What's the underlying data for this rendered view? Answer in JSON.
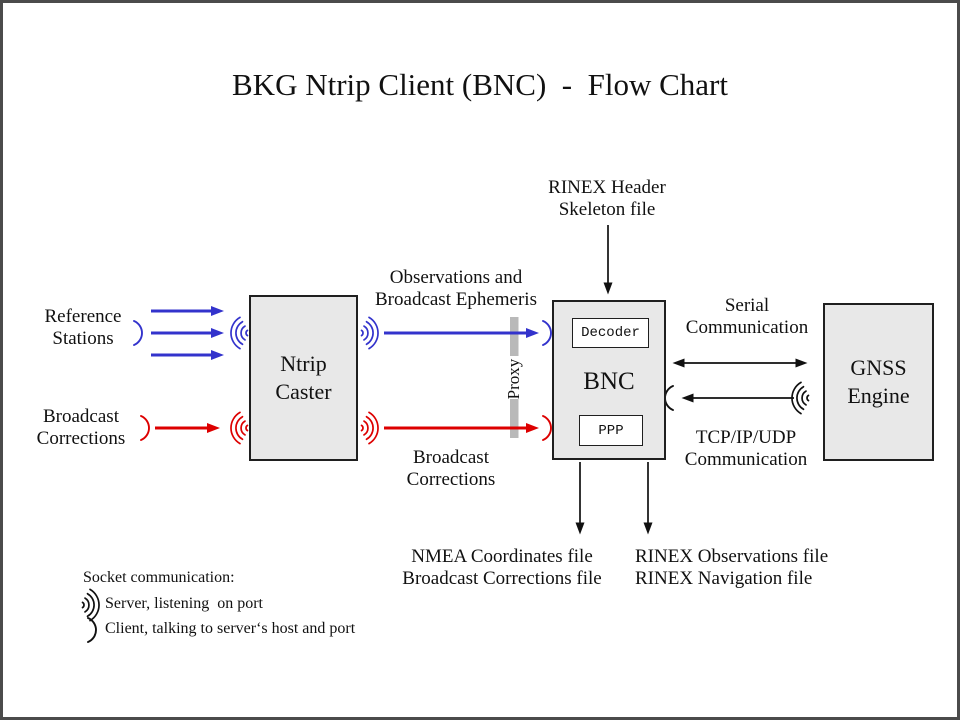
{
  "title": "BKG Ntrip Client (BNC)  -  Flow Chart",
  "nodes": {
    "ntrip_caster": "Ntrip\nCaster",
    "bnc": "BNC",
    "decoder": "Decoder",
    "ppp": "PPP",
    "gnss_engine": "GNSS\nEngine"
  },
  "labels": {
    "reference_stations": "Reference\nStations",
    "broadcast_corrections_left": "Broadcast\nCorrections",
    "observations_ephemeris": "Observations and\nBroadcast Ephemeris",
    "broadcast_corrections_mid": "Broadcast\nCorrections",
    "proxy": "Proxy",
    "rinex_header_skeleton": "RINEX Header\nSkeleton file",
    "serial_communication": "Serial\nCommunication",
    "tcp_communication": "TCP/IP/UDP\nCommunication",
    "nmea_output": "NMEA Coordinates file\nBroadcast Corrections file",
    "rinex_output": "RINEX Observations file\nRINEX Navigation file"
  },
  "legend": {
    "heading": "Socket communication:",
    "server_item": "Server, listening  on port",
    "client_item": "Client, talking to server‘s host and port"
  },
  "icons": {
    "server_waves": "server-listening-waves",
    "client_paren": "client-talking-paren"
  },
  "colors": {
    "arrow_blue": "#3333cc",
    "arrow_red": "#dd0000",
    "arrow_black": "#111111",
    "node_fill": "#e8e8e8",
    "proxy_bar": "#b9b9b9",
    "frame_border": "#4b4b4b"
  }
}
